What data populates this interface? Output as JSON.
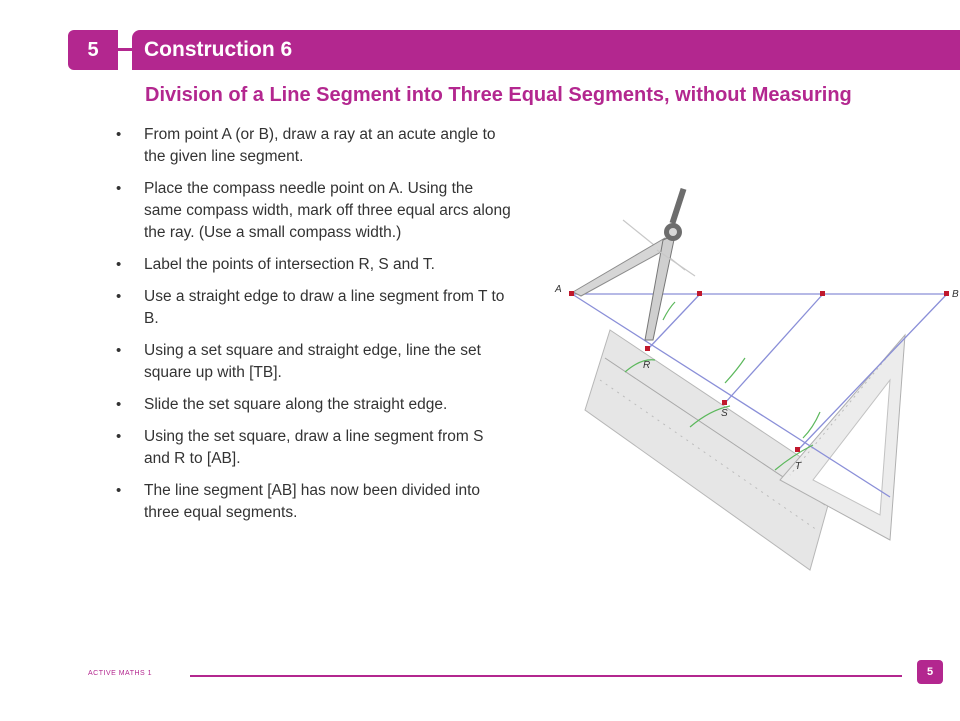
{
  "header": {
    "chapter_number": "5",
    "title": "Construction 6",
    "subtitle": "Division of a Line Segment into Three Equal Segments, without Measuring"
  },
  "steps": [
    "From point A (or B), draw a ray at an acute angle to the given line segment.",
    "Place the compass needle point on A. Using the same compass width, mark off three equal arcs along the ray. (Use a small compass width.)",
    "Label the points of intersection R, S and T.",
    "Use a straight edge to draw a line segment from T to B.",
    "Using a set square and straight edge, line the set square up with [TB].",
    "Slide the set square along the straight edge.",
    "Using the set square, draw a line segment from S and R to [AB].",
    "The line segment [AB] has now been divided into three equal segments."
  ],
  "figure": {
    "label_a": "A",
    "label_b": "B",
    "label_r": "R",
    "label_s": "S",
    "label_t": "T",
    "colors": {
      "construction_line": "#8a8fd8",
      "point": "#c0182d",
      "arc": "#5cb85c",
      "ruler": "#d9d9d9"
    }
  },
  "footer": {
    "book_title": "ACTIVE MATHS 1",
    "page_number": "5"
  },
  "colors": {
    "accent": "#b3278f"
  }
}
